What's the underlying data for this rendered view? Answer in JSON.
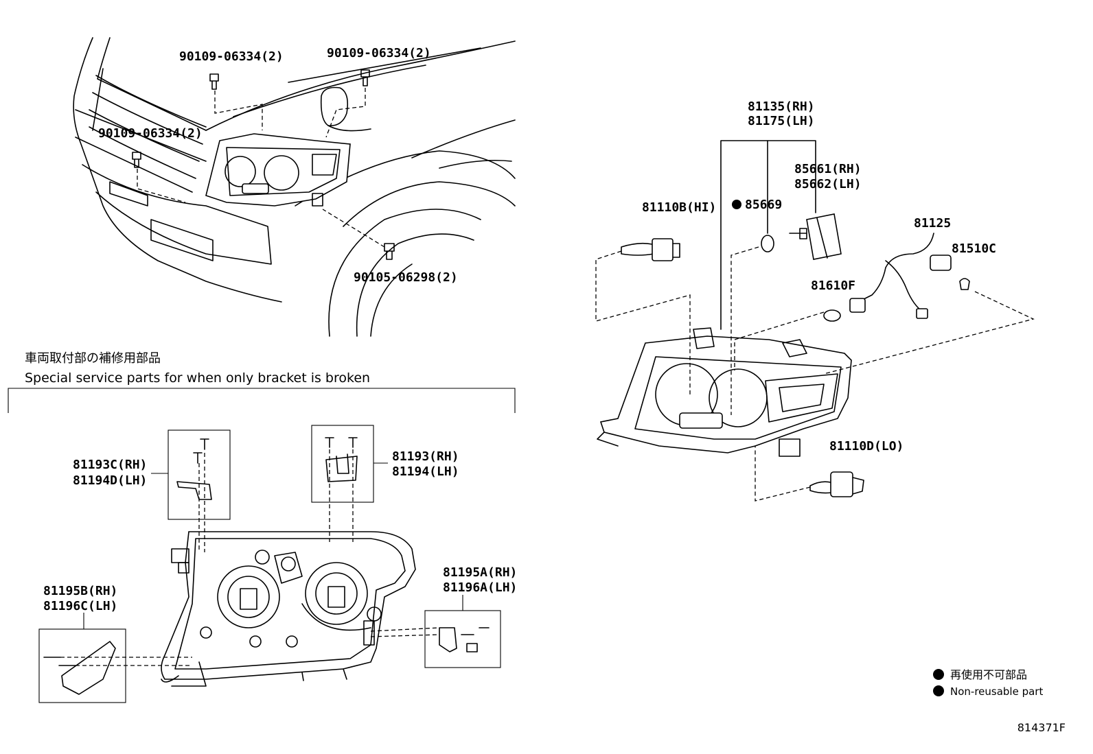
{
  "labels": {
    "bolt_top_left": "90109-06334(2)",
    "bolt_top_right": "90109-06334(2)",
    "bolt_left": "90109-06334(2)",
    "bolt_lower": "90105-06298(2)",
    "unit_rh": "81135(RH)",
    "unit_lh": "81175(LH)",
    "hi_bulb": "81110B(HI)",
    "o_ring": "85669",
    "ballast_rh": "85661(RH)",
    "ballast_lh": "85662(LH)",
    "socket": "81125",
    "side_bulb": "81510C",
    "wedge_bulb": "81610F",
    "lo_bulb": "81110D(LO)",
    "bracket_top_left_rh": "81193C(RH)",
    "bracket_top_left_lh": "81194D(LH)",
    "bracket_top_right_rh": "81193(RH)",
    "bracket_top_right_lh": "81194(LH)",
    "bracket_left_rh": "81195B(RH)",
    "bracket_left_lh": "81196C(LH)",
    "bracket_right_rh": "81195A(RH)",
    "bracket_right_lh": "81196A(LH)"
  },
  "section": {
    "title_jp": "車両取付部の補修用部品",
    "title_en": "Special service parts for when only bracket is broken"
  },
  "legend": {
    "jp": "再使用不可部品",
    "en": "Non-reusable part"
  },
  "figure_id": "814371F"
}
